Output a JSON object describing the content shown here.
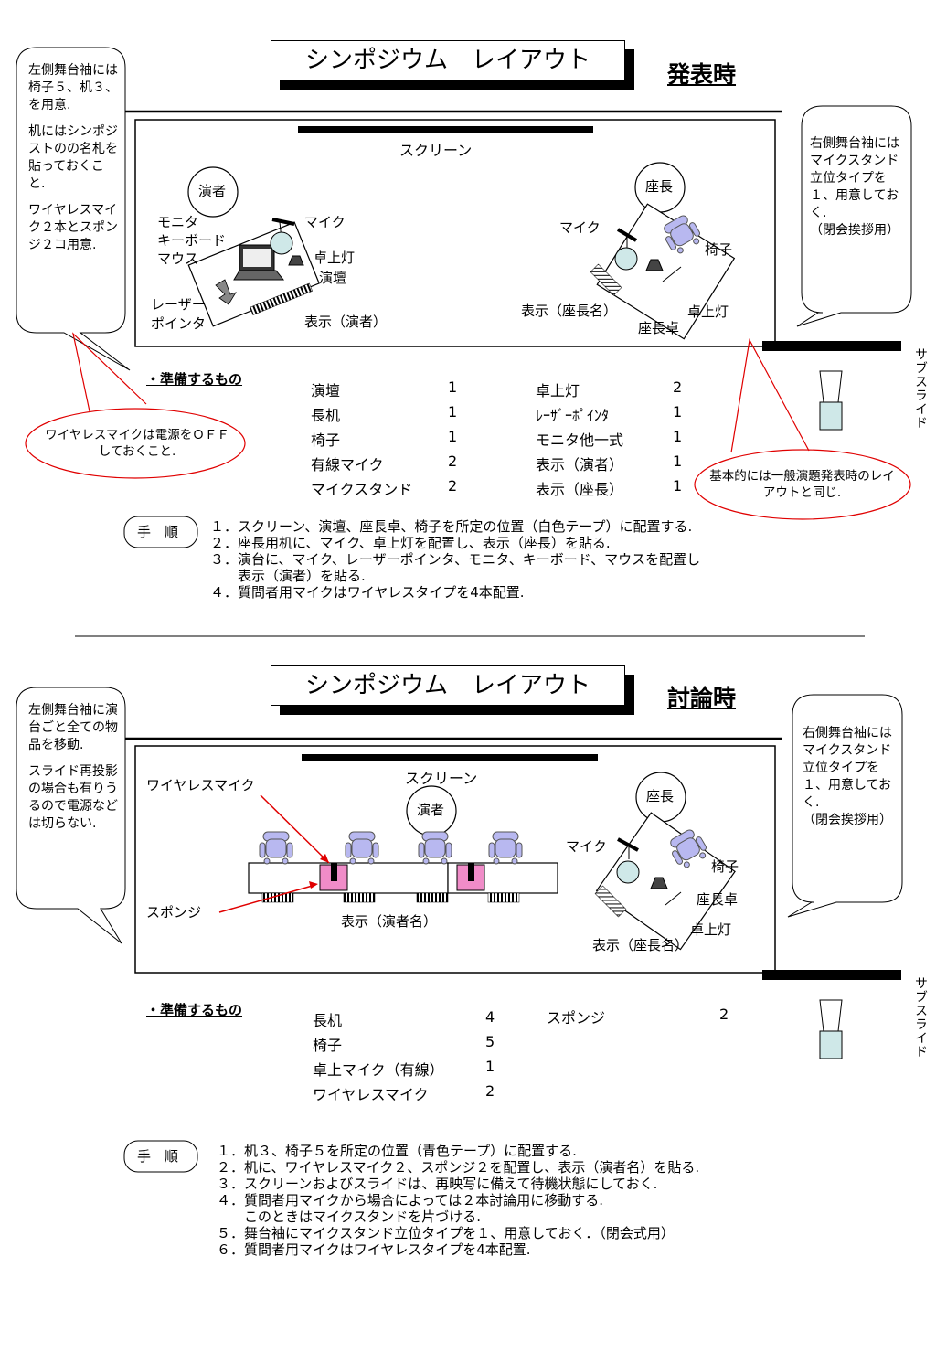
{
  "top": {
    "title": "シンポジウム　レイアウト",
    "mode": "発表時",
    "left_note": [
      "左側舞台袖には椅子５、机３、を用意.",
      "机にはシンポジストのの名札を貼っておくこと.",
      "ワイヤレスマイク２本とスポンジ２コ用意."
    ],
    "right_note": "右側舞台袖にはマイクスタンド立位タイプを１、用意しておく.\n（閉会挨拶用）",
    "left_warning": "ワイヤレスマイクは電源をＯＦＦしておくこと.",
    "right_warning": "基本的には一般演題発表時のレイアウトと同じ.",
    "labels": {
      "screen": "スクリーン",
      "speaker": "演者",
      "chair_person": "座長",
      "monitor": "モニタ",
      "keyboard": "キーボード",
      "mouse": "マウス",
      "mic_left": "マイク",
      "lamp_left": "卓上灯",
      "lectern": "演壇",
      "laser": "レーザー",
      "pointer": "ポインタ",
      "sign_speaker": "表示（演者）",
      "mic_right": "マイク",
      "chair": "椅子",
      "sign_chair": "表示（座長名）",
      "lamp_right": "卓上灯",
      "chair_desk": "座長卓"
    },
    "sub_slide": "サブスライド",
    "prep_heading": "・準備するもの",
    "items_left": [
      {
        "name": "演壇",
        "qty": "1"
      },
      {
        "name": "長机",
        "qty": "1"
      },
      {
        "name": "椅子",
        "qty": "1"
      },
      {
        "name": "有線マイク",
        "qty": "2"
      },
      {
        "name": "マイクスタンド",
        "qty": "2"
      }
    ],
    "items_right": [
      {
        "name": "卓上灯",
        "qty": "2"
      },
      {
        "name": "ﾚｰｻﾞｰﾎﾟｲﾝﾀ",
        "qty": "1"
      },
      {
        "name": "モニタ他一式",
        "qty": "1"
      },
      {
        "name": "表示（演者）",
        "qty": "1"
      },
      {
        "name": "表示（座長）",
        "qty": "1"
      }
    ],
    "procedure_label": "手　順",
    "steps": [
      "１．スクリーン、演壇、座長卓、椅子を所定の位置（白色テープ）に配置する.",
      "２．座長用机に、マイク、卓上灯を配置し、表示（座長）を貼る.",
      "３．演台に、マイク、レーザーポインタ、モニタ、キーボード、マウスを配置し",
      "　　表示（演者）を貼る.",
      "４．質問者用マイクはワイヤレスタイプを4本配置."
    ]
  },
  "bottom": {
    "title": "シンポジウム　レイアウト",
    "mode": "討論時",
    "left_note": [
      "左側舞台袖に演台ごと全ての物品を移動.",
      "スライド再投影の場合も有りうるので電源などは切らない."
    ],
    "right_note": "右側舞台袖にはマイクスタンド立位タイプを１、用意しておく.\n（閉会挨拶用）",
    "labels": {
      "wireless_mic": "ワイヤレスマイク",
      "screen": "スクリーン",
      "speaker": "演者",
      "chair_person": "座長",
      "sponge": "スポンジ",
      "sign_speaker_name": "表示（演者名）",
      "mic": "マイク",
      "chair": "椅子",
      "chair_desk": "座長卓",
      "lamp": "卓上灯",
      "sign_chair": "表示（座長名）"
    },
    "sub_slide": "サブスライド",
    "prep_heading": "・準備するもの",
    "items_left": [
      {
        "name": "長机",
        "qty": "4"
      },
      {
        "name": "椅子",
        "qty": "5"
      },
      {
        "name": "卓上マイク（有線）",
        "qty": "1"
      },
      {
        "name": "ワイヤレスマイク",
        "qty": "2"
      }
    ],
    "items_right": [
      {
        "name": "スポンジ",
        "qty": "2"
      }
    ],
    "procedure_label": "手　順",
    "steps": [
      "１．机３、椅子５を所定の位置（青色テープ）に配置する.",
      "２．机に、ワイヤレスマイク２、スポンジ２を配置し、表示（演者名）を貼る.",
      "３．スクリーンおよびスライドは、再映写に備えて待機状態にしておく.",
      "４．質問者用マイクから場合によっては２本討論用に移動する.",
      "　　このときはマイクスタンドを片づける.",
      "５．舞台袖にマイクスタンド立位タイプを１、用意しておく．（閉会式用）",
      "６．質問者用マイクはワイヤレスタイプを4本配置."
    ]
  },
  "colors": {
    "chair_fill": "#b8b8f0",
    "sponge_fill": "#f08cc8",
    "warning_border": "#e00000",
    "arrow": "#e00000",
    "lamp_base": "#cfe8e8"
  }
}
